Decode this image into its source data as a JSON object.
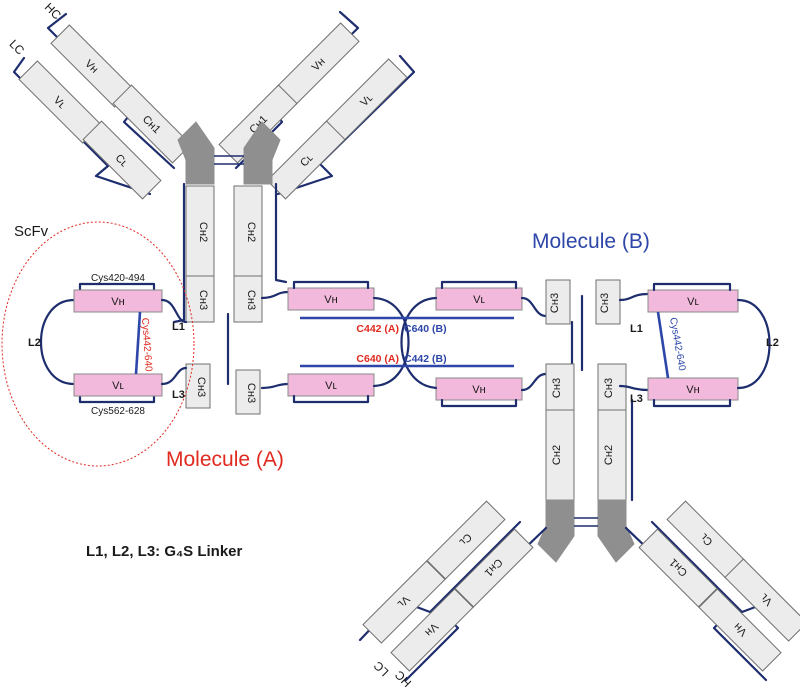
{
  "title_a": "Molecule (A)",
  "title_b": "Molecule (B)",
  "scfv_label": "ScFv",
  "linker_note": "L1, L2, L3: G₄S Linker",
  "chain_labels": {
    "hc": "HC",
    "lc": "LC"
  },
  "linkers": {
    "l1": "L1",
    "l2": "L2",
    "l3": "L3"
  },
  "domains": {
    "vh": "Vʜ",
    "vl": "Vʟ",
    "ch1": "Cʜ1",
    "cl": "Cʟ",
    "ch2": "Cʜ2",
    "ch3": "Cʜ3"
  },
  "scfv_a": {
    "top_bond": "Cys420-494",
    "bottom_bond": "Cys562-628",
    "diag_bond": "Cys442-640"
  },
  "scfv_b": {
    "diag_bond": "Cys442-640"
  },
  "interchain": {
    "upper_a": "C442 (A)",
    "upper_b": "C640 (B)",
    "lower_a": "C640 (A)",
    "lower_b": "C442 (B)"
  },
  "colors": {
    "molecule_a": "#e02a20",
    "molecule_b": "#2d46a8",
    "chain": "#1e2d6e",
    "variable_domain": "#f3b9dc",
    "constant_domain": "#ececec",
    "hinge": "#8f8f8f"
  }
}
